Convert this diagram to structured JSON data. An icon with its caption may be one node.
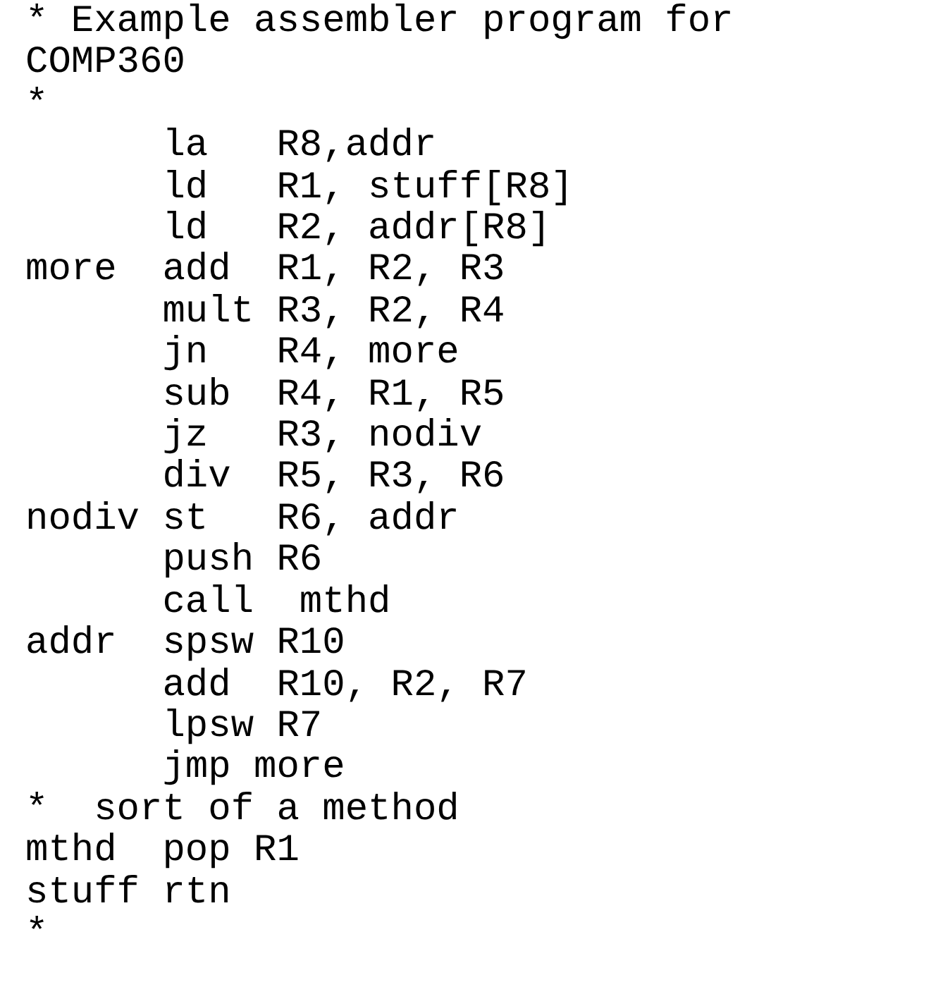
{
  "diagram": {
    "labels": [
      "* Example assembler program for COMP360",
      "*",
      "      la   R8,addr",
      "      ld   R1, stuff[R8]",
      "      ld   R2, addr[R8]",
      "more  add  R1, R2, R3",
      "      mult R3, R2, R4",
      "      jn   R4, more",
      "      sub  R4, R1, R5",
      "      jz   R3, nodiv",
      "      div  R5, R3, R6",
      "nodiv st   R6, addr",
      "      push R6",
      "      call  mthd",
      "addr  spsw R10",
      "      add  R10, R2, R7",
      "      lpsw R7",
      "      jmp more",
      "*  sort of a method",
      "mthd  pop R1",
      "stuff rtn",
      "*"
    ]
  }
}
